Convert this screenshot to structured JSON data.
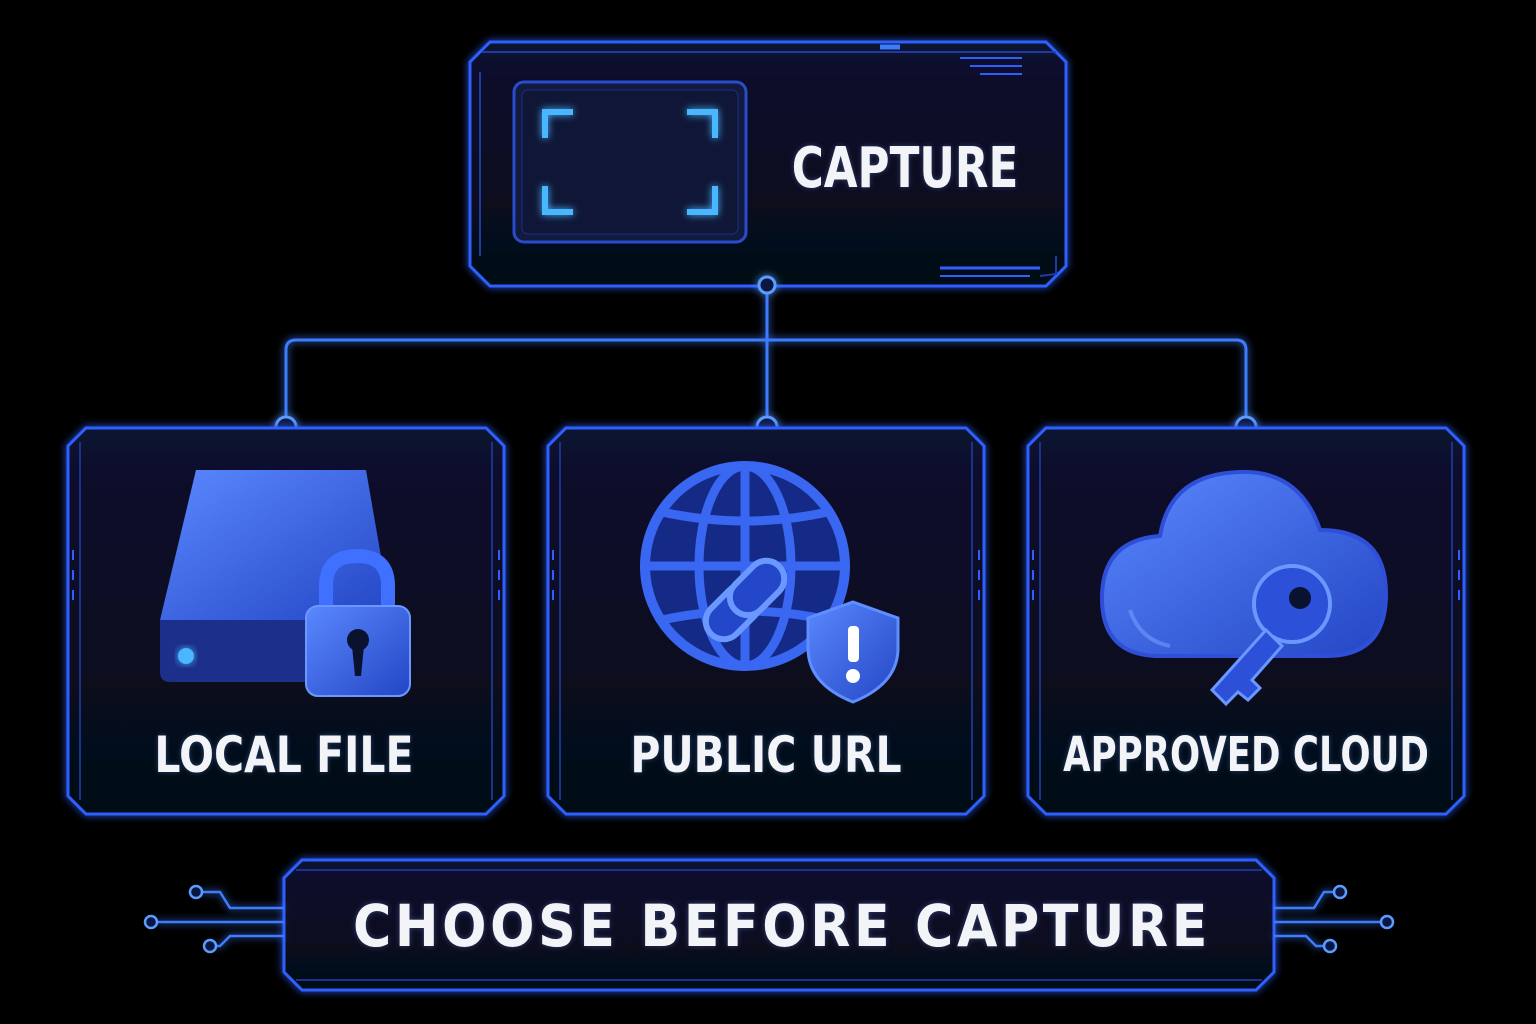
{
  "root": {
    "label": "CAPTURE",
    "icon": "screen-capture-frame-icon"
  },
  "options": [
    {
      "label": "LOCAL FILE",
      "icon": "locked-drive-icon"
    },
    {
      "label": "PUBLIC URL",
      "icon": "globe-link-warning-icon"
    },
    {
      "label": "APPROVED CLOUD",
      "icon": "cloud-key-icon"
    }
  ],
  "footer": {
    "label": "CHOOSE BEFORE CAPTURE"
  },
  "colors": {
    "background": "#000000",
    "panel": "#070b1c",
    "border": "#2f5fff",
    "glow": "#3d7bff",
    "icon": "#2f5be0",
    "accent": "#49b7ff",
    "text": "#f2f4f8"
  }
}
